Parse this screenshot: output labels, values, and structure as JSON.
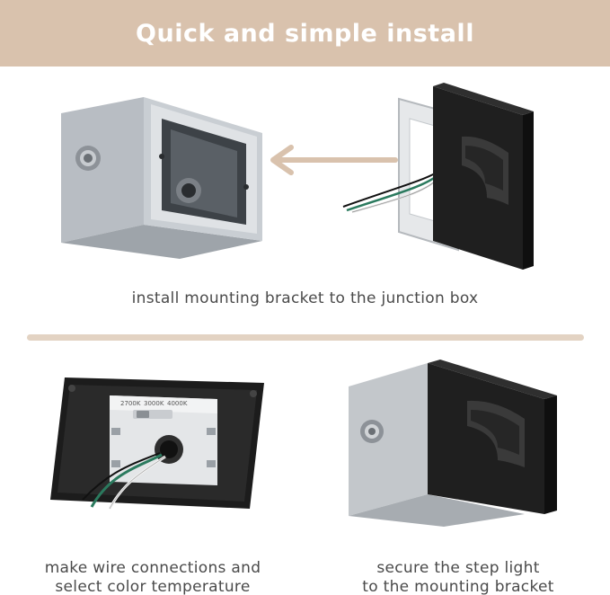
{
  "header": {
    "title": "Quick and simple install"
  },
  "steps": [
    {
      "caption": "install mounting bracket to the junction box"
    },
    {
      "caption_line1": "make wire connections and",
      "caption_line2": "select color temperature"
    },
    {
      "caption_line1": "secure the step light",
      "caption_line2": "to the mounting bracket"
    }
  ],
  "color_labels": [
    "2700K",
    "3000K",
    "4000K"
  ],
  "colors": {
    "banner": "#d9c2ad",
    "divider": "#e3d3c3",
    "arrow": "#d9c2ad",
    "housing": "#9aa0a6",
    "fixture": "#1b1b1b"
  }
}
